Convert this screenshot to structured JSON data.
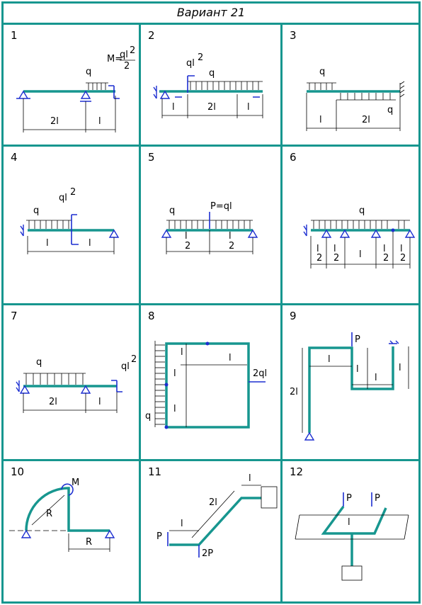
{
  "title": "Вариант 21",
  "cells": [
    {
      "num": "1",
      "labels": {
        "q": "q",
        "M": "M=",
        "Mnum": "ql",
        "Mexp": "2",
        "Mden": "2",
        "d1": "2l",
        "d2": "l"
      }
    },
    {
      "num": "2",
      "labels": {
        "ql": "ql",
        "exp": "2",
        "q": "q",
        "d1": "l",
        "d2": "2l",
        "d3": "l"
      }
    },
    {
      "num": "3",
      "labels": {
        "q1": "q",
        "q2": "q",
        "d1": "l",
        "d2": "2l"
      }
    },
    {
      "num": "4",
      "labels": {
        "q": "q",
        "ql": "ql",
        "exp": "2",
        "d1": "l",
        "d2": "l"
      }
    },
    {
      "num": "5",
      "labels": {
        "q": "q",
        "P": "P=ql",
        "l1": "l",
        "h1": "2",
        "l2": "l",
        "h2": "2"
      }
    },
    {
      "num": "6",
      "labels": {
        "q": "q",
        "a": "l",
        "b": "2",
        "c": "l",
        "d": "2",
        "e": "l",
        "f": "l",
        "g": "2",
        "h": "l",
        "i": "2"
      }
    },
    {
      "num": "7",
      "labels": {
        "q": "q",
        "ql": "ql",
        "exp": "2",
        "d1": "2l",
        "d2": "l"
      }
    },
    {
      "num": "8",
      "labels": {
        "l1": "l",
        "l2": "l",
        "l3": "l",
        "l4": "l",
        "f": "2ql",
        "q": "q"
      }
    },
    {
      "num": "9",
      "labels": {
        "P": "P",
        "d1": "l",
        "d2": "l",
        "d3": "l",
        "d4": "l",
        "d5": "2l"
      }
    },
    {
      "num": "10",
      "labels": {
        "M": "M",
        "R1": "R",
        "R2": "R"
      }
    },
    {
      "num": "11",
      "labels": {
        "l1": "l",
        "l2": "2l",
        "l3": "l",
        "P": "P",
        "P2": "2P"
      }
    },
    {
      "num": "12",
      "labels": {
        "P1": "P",
        "P2": "P",
        "l": "l"
      }
    }
  ]
}
